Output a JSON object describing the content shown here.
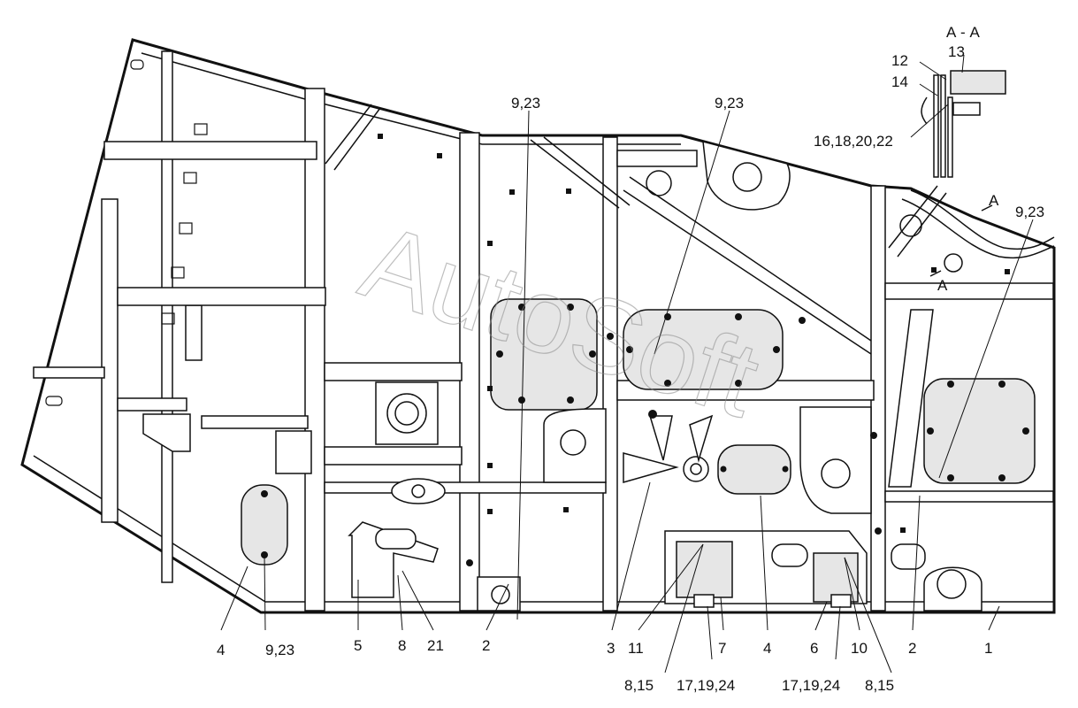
{
  "watermark": "AutoSoft",
  "section_title": "А - А",
  "section_mark": "А",
  "colors": {
    "line": "#111111",
    "panel": "#e6e6e6",
    "watermark": "#8a8a8a"
  },
  "callouts": {
    "c_9_23_a": "9,23",
    "c_9_23_b": "9,23",
    "c_9_23_c": "9,23",
    "c_9_23_d": "9,23",
    "c_12": "12",
    "c_13": "13",
    "c_14": "14",
    "c_16_18_20_22": "16,18,20,22",
    "c_4_a": "4",
    "c_5": "5",
    "c_8": "8",
    "c_21": "21",
    "c_2_a": "2",
    "c_3": "3",
    "c_11": "11",
    "c_7": "7",
    "c_4_b": "4",
    "c_6": "6",
    "c_10": "10",
    "c_2_b": "2",
    "c_1": "1",
    "c_8_15_a": "8,15",
    "c_17_19_24_a": "17,19,24",
    "c_17_19_24_b": "17,19,24",
    "c_8_15_b": "8,15"
  }
}
